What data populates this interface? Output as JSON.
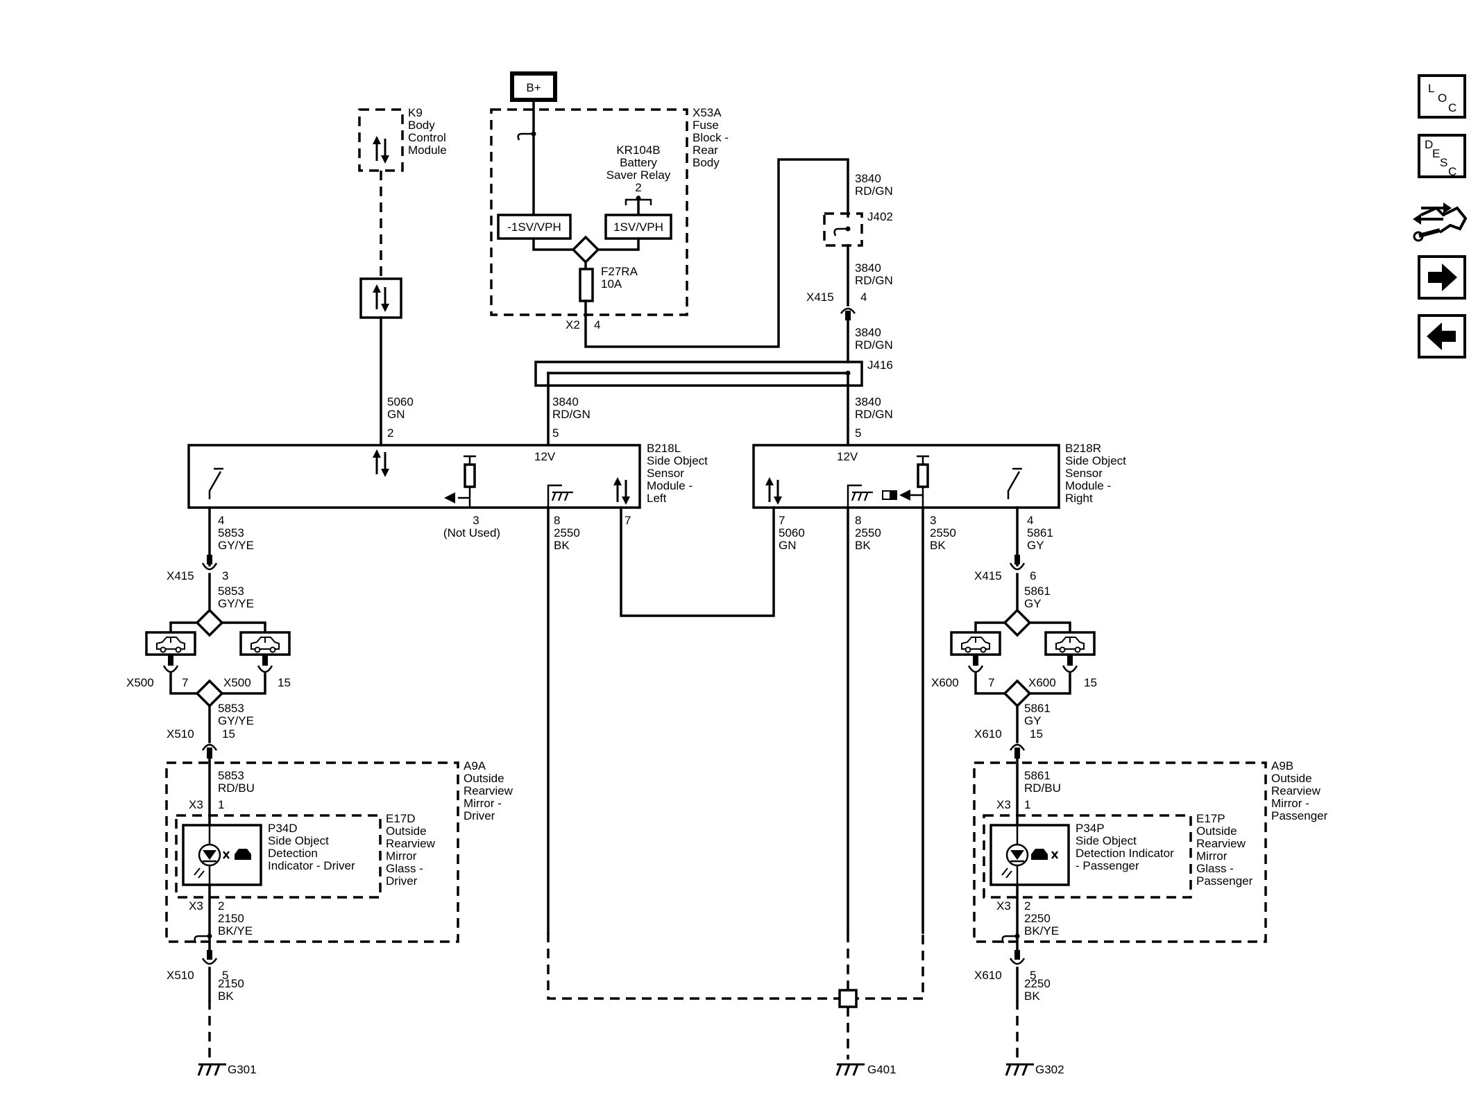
{
  "nav": {
    "loc": {
      "l1": "L",
      "l2": "O",
      "l3": "C"
    },
    "desc": {
      "l1": "D",
      "l2": "E",
      "l3": "S",
      "l4": "C"
    }
  },
  "power": {
    "label": "B+"
  },
  "k9": {
    "ref": "K9",
    "name1": "Body",
    "name2": "Control",
    "name3": "Module"
  },
  "fuse_block": {
    "ref": "X53A",
    "name1": "Fuse",
    "name2": "Block -",
    "name3": "Rear",
    "name4": "Body",
    "relay_ref": "KR104B",
    "relay_name1": "Battery",
    "relay_name2": "Saver Relay",
    "relay_pin": "2",
    "left_box": "-1SV/VPH",
    "right_box": "1SV/VPH",
    "fuse_ref": "F27RA",
    "fuse_rating": "10A",
    "conn": "X2",
    "conn_pin": "4"
  },
  "splices": {
    "j402": "J402",
    "j416": "J416"
  },
  "wires": {
    "top_right_1": {
      "circuit": "3840",
      "color": "RD/GN"
    },
    "top_right_2": {
      "circuit": "3840",
      "color": "RD/GN"
    },
    "top_right_3": {
      "circuit": "3840",
      "color": "RD/GN"
    },
    "x415_top": {
      "conn": "X415",
      "pin": "4"
    },
    "left_feed": {
      "circuit": "3840",
      "color": "RD/GN",
      "pin": "5"
    },
    "right_feed": {
      "circuit": "3840",
      "color": "RD/GN",
      "pin": "5"
    },
    "k9_link": {
      "circuit": "5060",
      "color": "GN",
      "pin": "2"
    }
  },
  "b218l": {
    "ref": "B218L",
    "name1": "Side Object",
    "name2": "Sensor",
    "name3": "Module -",
    "name4": "Left",
    "v12": "12V",
    "pin4": "4",
    "pin4_circuit": "5853",
    "pin4_color": "GY/YE",
    "pin3": "3",
    "pin3_note": "(Not Used)",
    "pin8": "8",
    "pin8_circuit": "2550",
    "pin8_color": "BK",
    "pin7": "7"
  },
  "b218r": {
    "ref": "B218R",
    "name1": "Side Object",
    "name2": "Sensor",
    "name3": "Module -",
    "name4": "Right",
    "v12": "12V",
    "pin7": "7",
    "pin7_circuit": "5060",
    "pin7_color": "GN",
    "pin8": "8",
    "pin8_circuit": "2550",
    "pin8_color": "BK",
    "pin3": "3",
    "pin3_circuit": "2550",
    "pin3_color": "BK",
    "pin4": "4",
    "pin4_circuit": "5861",
    "pin4_color": "GY"
  },
  "left_chain": {
    "x415": "X415",
    "x415_pin": "3",
    "w1_circuit": "5853",
    "w1_color": "GY/YE",
    "x500a": "X500",
    "x500a_pin": "7",
    "x500b": "X500",
    "x500b_pin": "15",
    "w2_circuit": "5853",
    "w2_color": "GY/YE",
    "x510": "X510",
    "x510_pin": "15",
    "a9a_ref": "A9A",
    "a9a_n1": "Outside",
    "a9a_n2": "Rearview",
    "a9a_n3": "Mirror -",
    "a9a_n4": "Driver",
    "w3_circuit": "5853",
    "w3_color": "RD/BU",
    "x3_top": "X3",
    "x3_top_pin": "1",
    "p34d_ref": "P34D",
    "p34d_n1": "Side Object",
    "p34d_n2": "Detection",
    "p34d_n3": "Indicator - Driver",
    "e17d_ref": "E17D",
    "e17d_n1": "Outside",
    "e17d_n2": "Rearview",
    "e17d_n3": "Mirror",
    "e17d_n4": "Glass -",
    "e17d_n5": "Driver",
    "x3_bot": "X3",
    "x3_bot_pin": "2",
    "w4_circuit": "2150",
    "w4_color": "BK/YE",
    "x510b": "X510",
    "x510b_pin": "5",
    "w5_circuit": "2150",
    "w5_color": "BK",
    "ground": "G301"
  },
  "right_chain": {
    "x415": "X415",
    "x415_pin": "6",
    "w1_circuit": "5861",
    "w1_color": "GY",
    "x600a": "X600",
    "x600a_pin": "7",
    "x600b": "X600",
    "x600b_pin": "15",
    "w2_circuit": "5861",
    "w2_color": "GY",
    "x610": "X610",
    "x610_pin": "15",
    "a9b_ref": "A9B",
    "a9b_n1": "Outside",
    "a9b_n2": "Rearview",
    "a9b_n3": "Mirror -",
    "a9b_n4": "Passenger",
    "w3_circuit": "5861",
    "w3_color": "RD/BU",
    "x3_top": "X3",
    "x3_top_pin": "1",
    "p34p_ref": "P34P",
    "p34p_n1": "Side Object",
    "p34p_n2": "Detection Indicator",
    "p34p_n3": "- Passenger",
    "e17p_ref": "E17P",
    "e17p_n1": "Outside",
    "e17p_n2": "Rearview",
    "e17p_n3": "Mirror",
    "e17p_n4": "Glass -",
    "e17p_n5": "Passenger",
    "x3_bot": "X3",
    "x3_bot_pin": "2",
    "w4_circuit": "2250",
    "w4_color": "BK/YE",
    "x610b": "X610",
    "x610b_pin": "5",
    "w5_circuit": "2250",
    "w5_color": "BK",
    "ground": "G302"
  },
  "center_ground": {
    "ground": "G401"
  }
}
